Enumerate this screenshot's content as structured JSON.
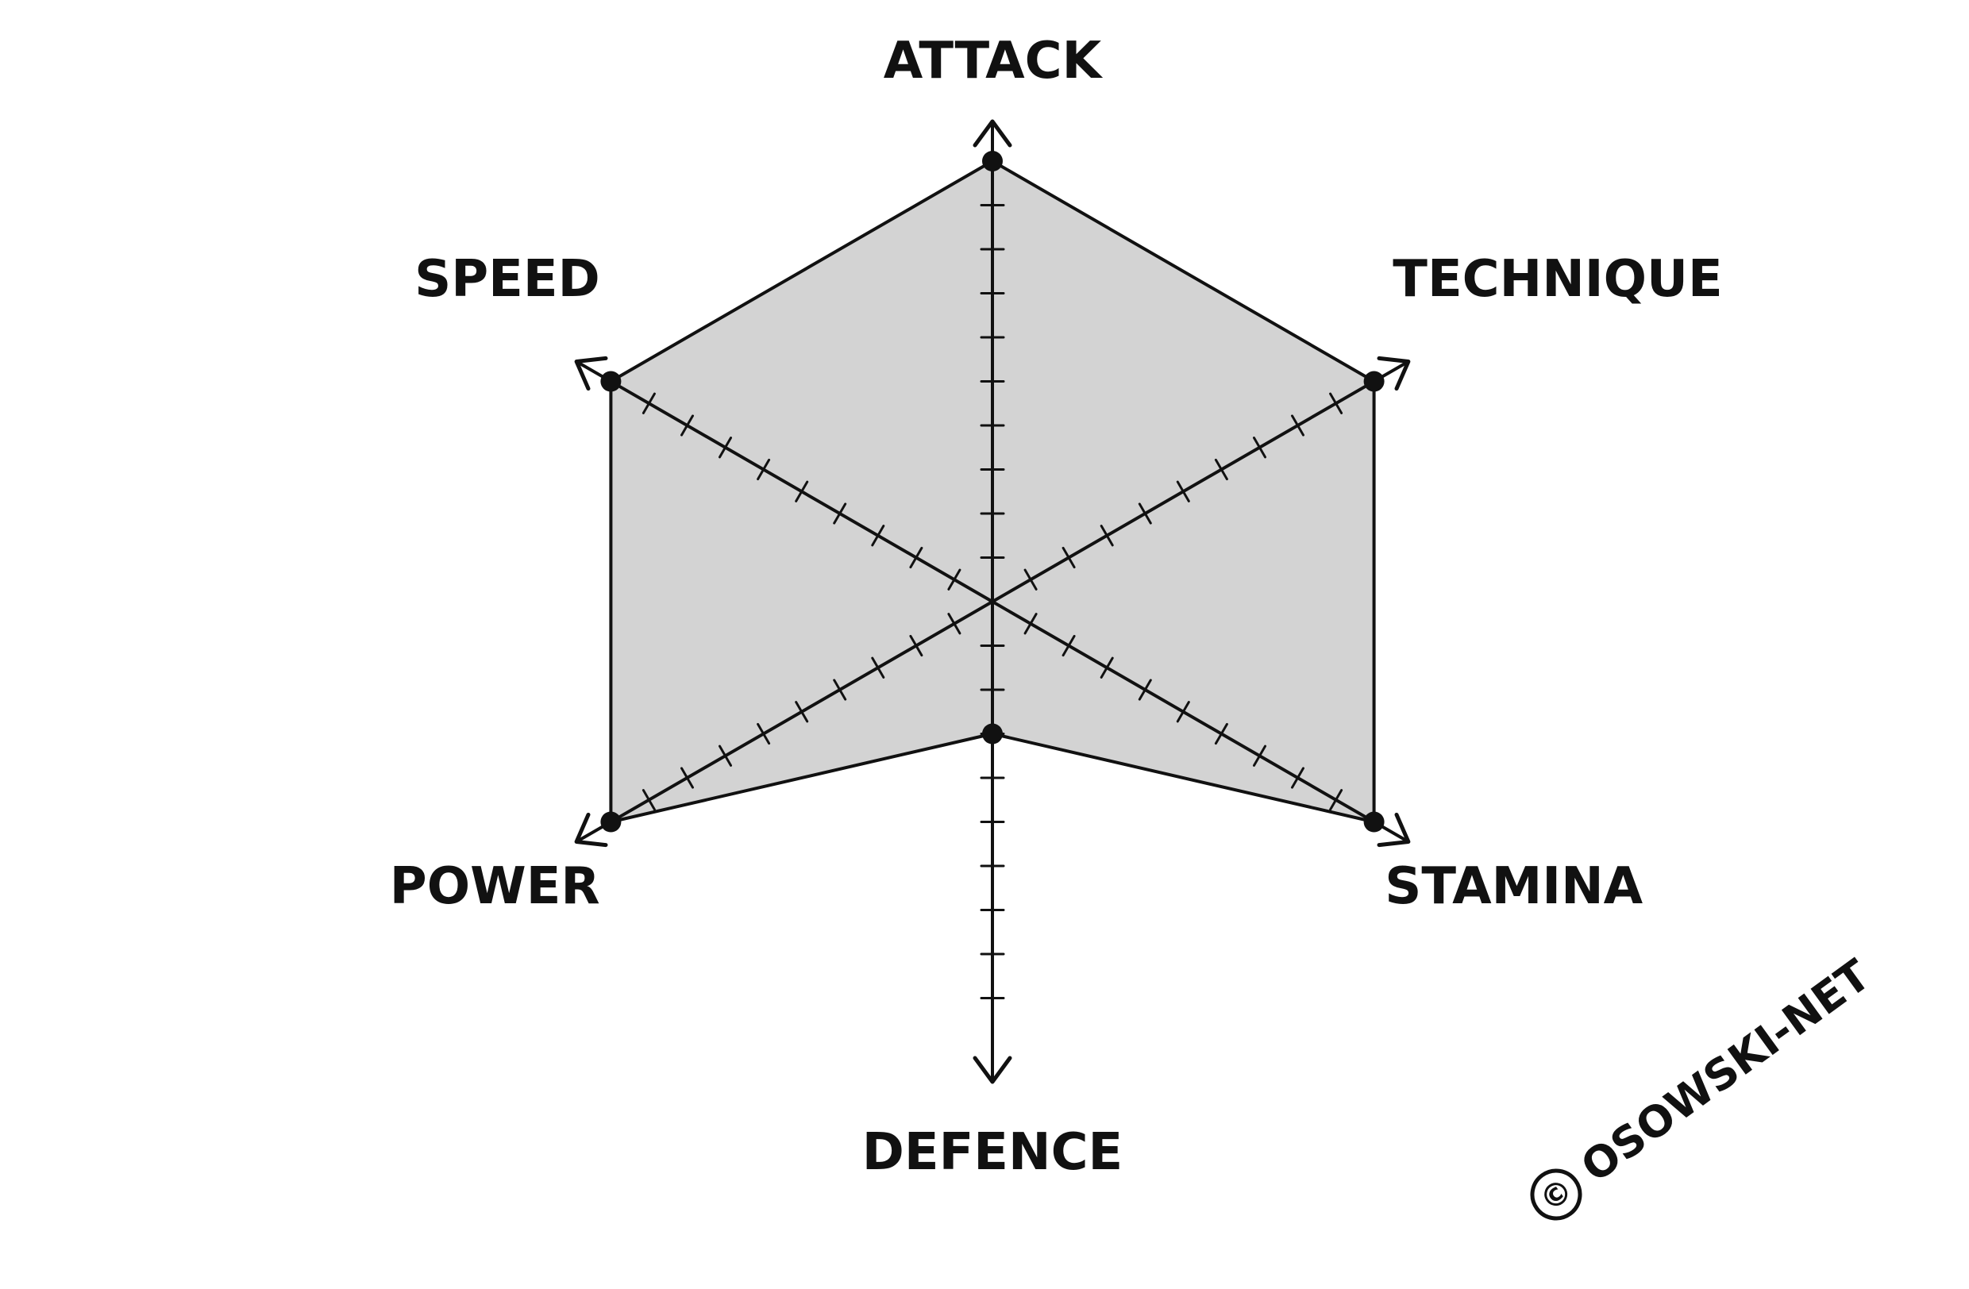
{
  "chart_data": {
    "type": "radar",
    "title": "",
    "categories": [
      "ATTACK",
      "TECHNIQUE",
      "STAMINA",
      "DEFENCE",
      "POWER",
      "SPEED"
    ],
    "scale_max": 10,
    "series": [
      {
        "values": [
          10,
          10,
          10,
          3,
          10,
          10
        ]
      }
    ],
    "grid": false,
    "legend": "none",
    "colors": {
      "fill": "#d3d3d3",
      "stroke": "#111111",
      "background": "#ffffff"
    }
  },
  "watermark": {
    "text": "© OSOWSKI-NET",
    "symbol": "©",
    "label": "OSOWSKI-NET"
  }
}
